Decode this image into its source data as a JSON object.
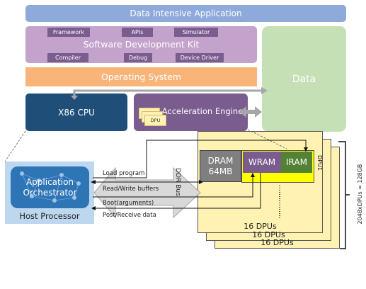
{
  "top": {
    "app_bar": "Data Intensive Application",
    "sdk": "Software Development Kit",
    "sdk_modules": [
      "Framework",
      "APIs",
      "Simulator",
      "Compiler",
      "Debug",
      "Device Driver"
    ],
    "os": "Operating System",
    "data": "Data",
    "cpu": "X86 CPU",
    "accel": "Acceleration Engine",
    "accel_chip": "DPU"
  },
  "bottom": {
    "orchestrator": "Application Orchestrator",
    "host": "Host Processor",
    "links": [
      "Load program",
      "Read/Write buffers",
      "Boot(arguments)",
      "Post/Receive data"
    ],
    "bus": "DDR Bus",
    "dram": "DRAM 64MB",
    "wram": "WRAM",
    "iram": "IRAM",
    "dpu_label": "DPU1",
    "dpus_count": "16 DPUs",
    "capacity": "2048xDPUs = 128GB"
  },
  "colors": {
    "app_bar": "#8eaadb",
    "sdk": "#c3a2cc",
    "sdk_module": "#7a5c8f",
    "os": "#f9b47a",
    "data": "#c5e0b4",
    "cpu": "#1f4e79",
    "accel": "#7a5c8f",
    "host_panel": "#bdd7ee",
    "orchestrator": "#2e75b6",
    "dpu_card": "#fff2b3",
    "dram": "#7f7f7f",
    "wram": "#7a5c8f",
    "iram": "#548235",
    "arrow": "#a6a6a6"
  }
}
